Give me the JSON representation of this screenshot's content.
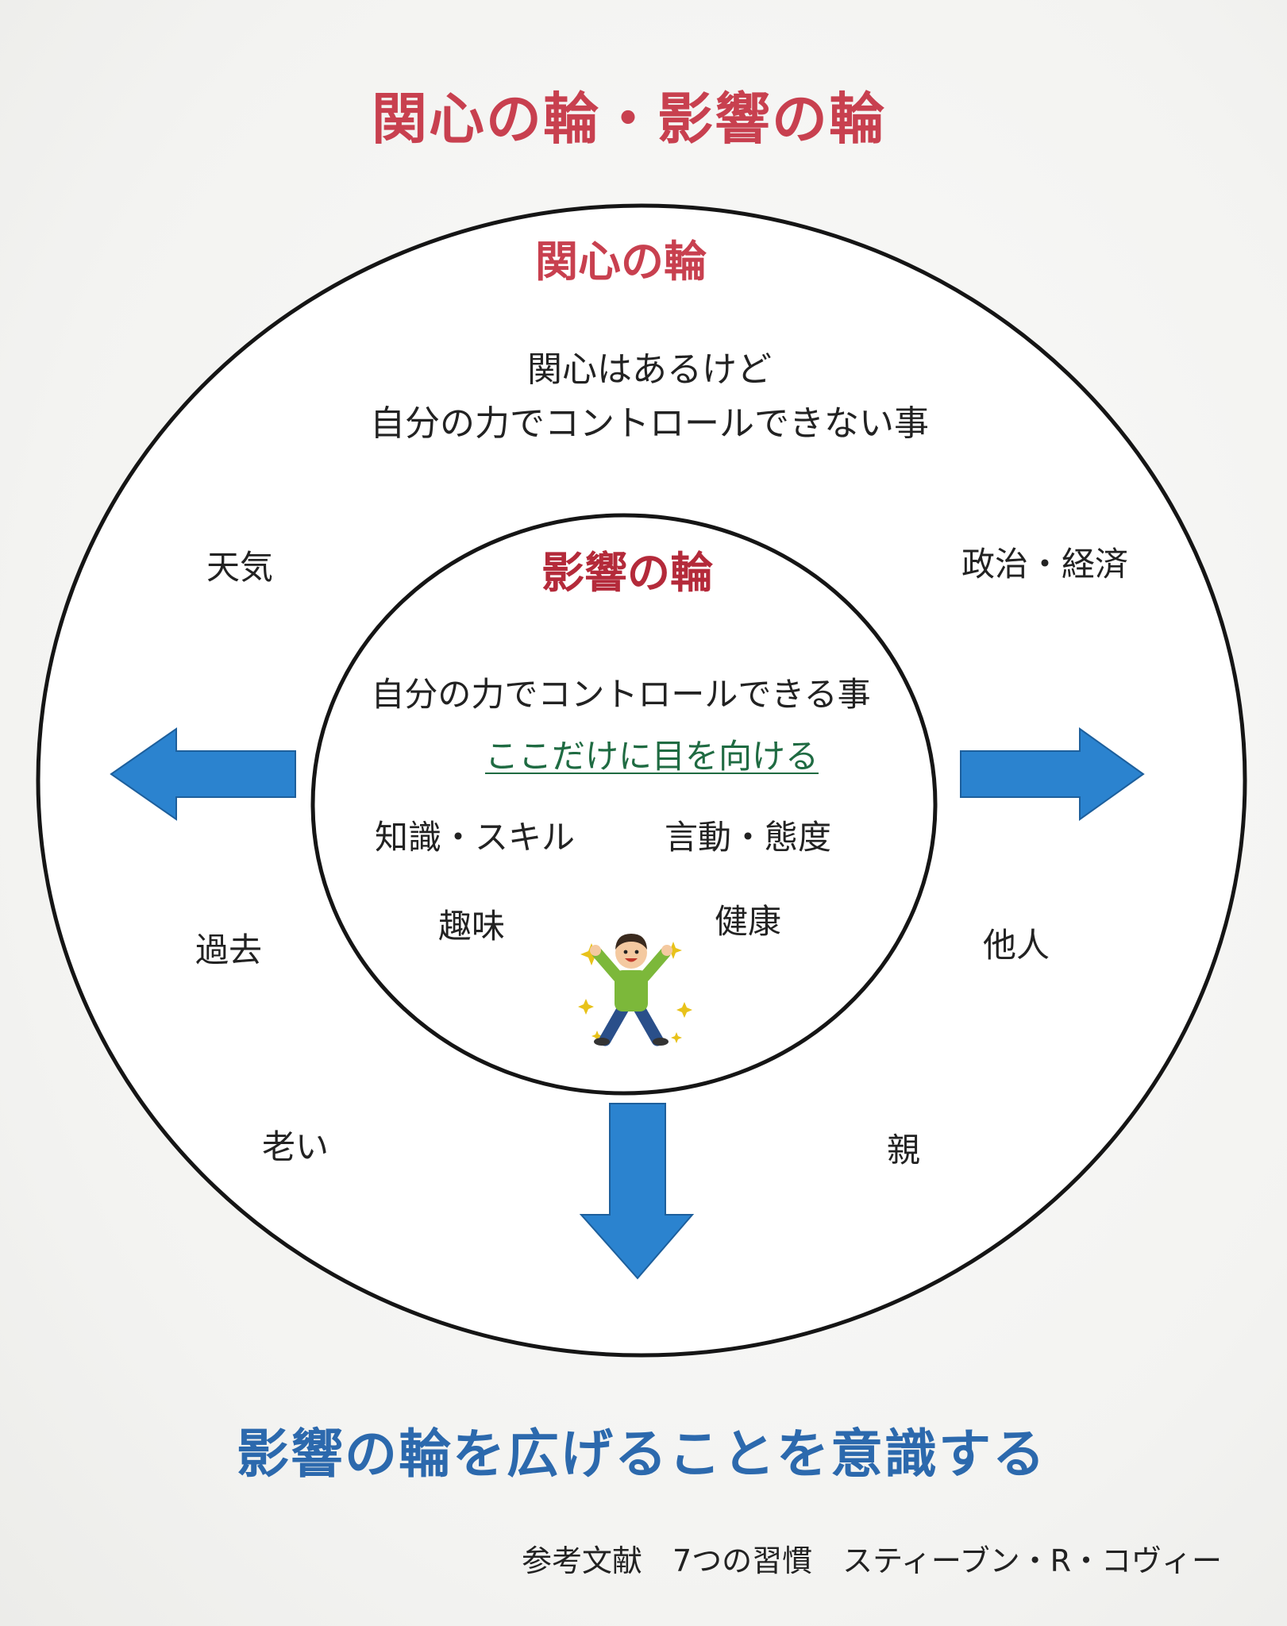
{
  "title": "関心の輪・影響の輪",
  "outer_circle": {
    "heading": "関心の輪",
    "description_lines": [
      "関心はあるけど",
      "自分の力でコントロールできない事"
    ],
    "items": {
      "top_left": "天気",
      "top_right": "政治・経済",
      "middle_left": "過去",
      "middle_right": "他人",
      "bottom_left": "老い",
      "bottom_right": "親"
    }
  },
  "inner_circle": {
    "heading": "影響の輪",
    "description": "自分の力でコントロールできる事",
    "focus_text": "ここだけに目を向ける",
    "items": {
      "upper_left": "知識・スキル",
      "upper_right": "言動・態度",
      "lower_left": "趣味",
      "lower_right": "健康"
    }
  },
  "bottom_message": "影響の輪を広げることを意識する",
  "reference": "参考文献　7つの習慣　スティーブン・R・コヴィー",
  "colors": {
    "heading_red": "#c8404f",
    "arrow_blue": "#2b83cf",
    "arrow_edge": "#1d5f9c",
    "focus_green": "#1f6b42",
    "message_blue": "#2c69ad",
    "person_shirt": "#7cb83a"
  },
  "icons": {
    "arrows": [
      "arrow-left-icon",
      "arrow-right-icon",
      "arrow-down-icon"
    ],
    "figure": "happy-person-icon"
  }
}
